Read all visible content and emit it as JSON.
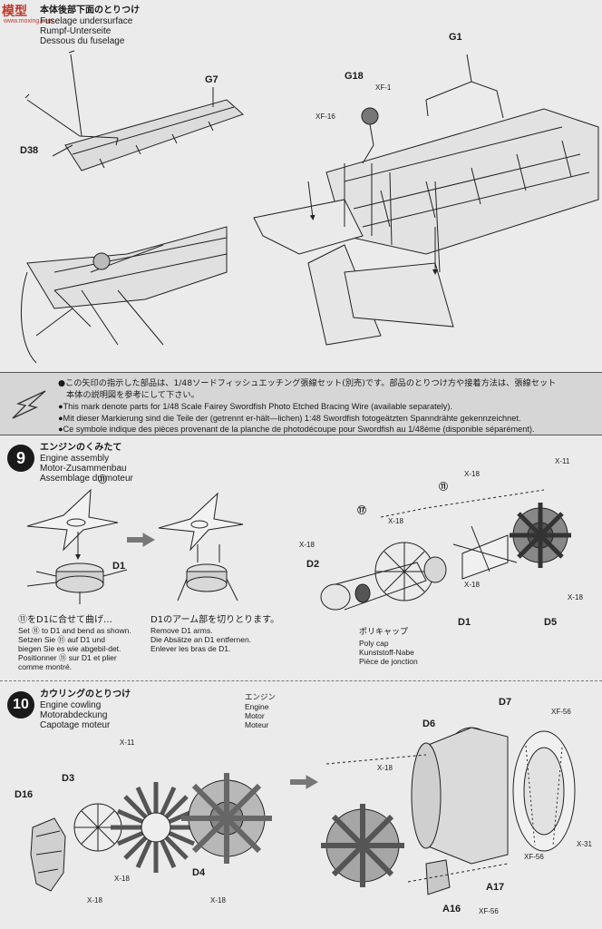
{
  "watermark": {
    "logo": "模型",
    "sub": "www.moxing.com"
  },
  "top": {
    "title_jp": "本体後部下面のとりつけ",
    "title_en": "Fuselage undersurface",
    "title_de": "Rumpf-Unterseite",
    "title_fr": "Dessous du fuselage",
    "parts": {
      "G1": "G1",
      "G7": "G7",
      "G18": "G18",
      "D38": "D38",
      "xf1": "XF-1",
      "xf16": "XF-16"
    }
  },
  "note": {
    "jp1": "●この矢印の指示した部品は、1/48ソードフィッシュエッチング張線セット(別売)です。部品のとりつけ方や接着方法は、張線セット",
    "jp2": "本体の説明図を参考にして下さい。",
    "en": "●This mark denote parts for 1/48 Scale Fairey Swordfish Photo Etched Bracing Wire (available separately).",
    "de": "●Mit dieser Markierung sind die Teile der (getrennt er-hält—lichen) 1:48 Swordfish fotogeätzten Spanndrähte gekennzeichnet.",
    "fr": "●Ce symbole indique des pièces provenant de la planche de photodécoupe pour Swordfish au 1/48ème (disponible séparément)."
  },
  "step9": {
    "number": "9",
    "title_jp": "エンジンのくみたて",
    "title_en": "Engine assembly",
    "title_de": "Motor-Zusammenbau",
    "title_fr": "Assemblage du moteur",
    "left_jp": "⑪をD1に合せて曲げ…",
    "left_en": "Set ⑪ to D1 and bend as shown.",
    "left_de1": "Setzen Sie ⑪ auf D1 und",
    "left_de2": "biegen Sie es wie abgebil-det.",
    "left_fr1": "Positionner ⑪ sur D1 et plier",
    "left_fr2": "comme montré.",
    "mid_jp": "D1のアーム部を切りとります。",
    "mid_en": "Remove D1 arms.",
    "mid_de": "Die Absätze an D1 entfernen.",
    "mid_fr": "Enlever les bras de D1.",
    "poly_jp": "ポリキャップ",
    "poly_en": "Poly cap",
    "poly_de": "Kunststoff-Nabe",
    "poly_fr": "Pièce de jonction",
    "parts": {
      "c11": "⑪",
      "c17": "⑰",
      "d1a": "D1",
      "d1b": "D1",
      "d2": "D2",
      "d5": "D5",
      "x18": "X-18",
      "x11": "X-11"
    }
  },
  "step10": {
    "number": "10",
    "title_jp": "カウリングのとりつけ",
    "title_en": "Engine cowling",
    "title_de": "Motorabdeckung",
    "title_fr": "Capotage moteur",
    "engine_jp": "エンジン",
    "engine_en": "Engine",
    "engine_de": "Motor",
    "engine_fr": "Moteur",
    "parts": {
      "d16": "D16",
      "d3": "D3",
      "d4": "D4",
      "d6": "D6",
      "d7": "D7",
      "a16": "A16",
      "a17": "A17",
      "x11": "X-11",
      "x18": "X-18",
      "x31": "X-31",
      "xf56": "XF-56"
    }
  }
}
